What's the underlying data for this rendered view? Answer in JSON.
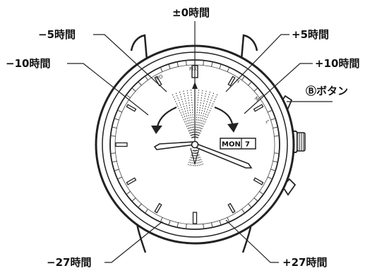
{
  "labels": {
    "center": "±0時間",
    "minus5": "−5時間",
    "plus5": "+5時間",
    "minus10": "−10時間",
    "plus10": "+10時間",
    "button_b": "Ⓑボタン",
    "minus27": "−27時間",
    "plus27": "+27時間"
  },
  "dial": {
    "day": "MON",
    "date": "7",
    "marks": {
      "fix": "FIX",
      "vo": "VO",
      "h": "H",
      "m": "M",
      "l": "L"
    }
  }
}
